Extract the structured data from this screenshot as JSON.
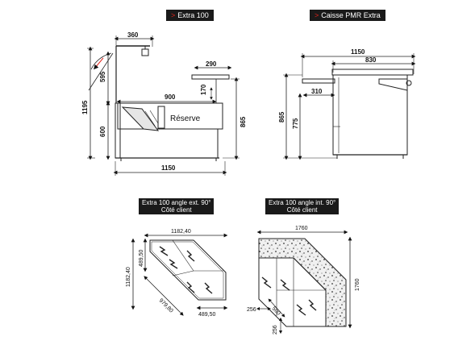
{
  "titles": {
    "extra100": {
      "chevron": ">",
      "text": "Extra 100"
    },
    "caisse": {
      "chevron": ">",
      "text": "Caisse PMR Extra"
    }
  },
  "captions": {
    "angle_ext": {
      "line1": "Extra 100 angle ext. 90°",
      "line2": "Côté client"
    },
    "angle_int": {
      "line1": "Extra 100  angle int. 90°",
      "line2": "Côté client"
    }
  },
  "side_view": {
    "label_reserve": "Réserve",
    "dims": {
      "top_width": "360",
      "shelf_width": "290",
      "tray_width": "900",
      "shelf_height": "170",
      "glass_height": "595",
      "total_height": "1195",
      "base_height": "600",
      "counter_height": "865",
      "total_width": "1150"
    }
  },
  "caisse_view": {
    "dims": {
      "total_width": "1150",
      "body_width": "830",
      "shelf_depth": "310",
      "counter_height": "865",
      "body_height": "775"
    }
  },
  "angle_ext_view": {
    "dims": {
      "top_width": "1182,40",
      "left_height": "1182,40",
      "corner_small_v": "489,50",
      "diagonal": "979,80",
      "corner_small_h": "489,50"
    }
  },
  "angle_int_view": {
    "dims": {
      "top_width": "1760",
      "right_height": "1760",
      "corner_h": "256",
      "corner_diag": "500",
      "corner_v": "256"
    }
  }
}
